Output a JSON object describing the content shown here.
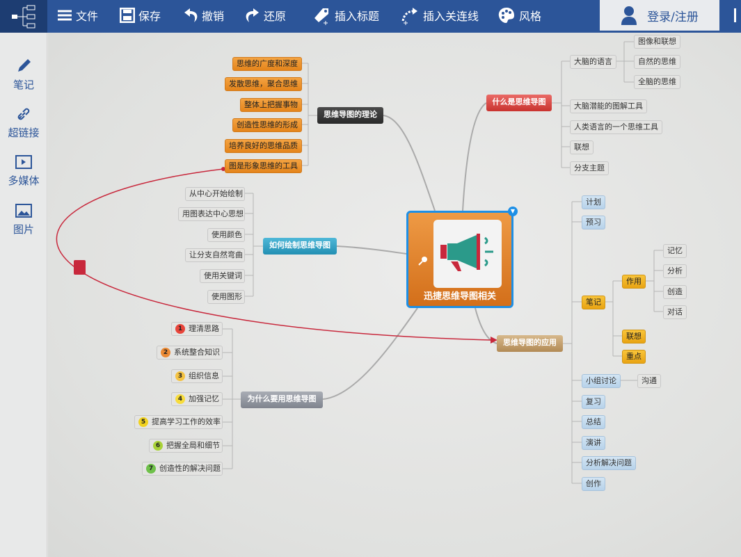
{
  "toolbar": {
    "file": "文件",
    "save": "保存",
    "undo": "撤销",
    "redo": "还原",
    "insert_topic": "插入标题",
    "insert_relation": "插入关连线",
    "style": "风格",
    "login": "登录/注册"
  },
  "sidebar": {
    "note": "笔记",
    "hyperlink": "超链接",
    "media": "多媒体",
    "image": "图片"
  },
  "map": {
    "center": "迅捷思维导图相关",
    "theory": {
      "title": "思维导图的理论",
      "children": [
        "思维的广度和深度",
        "发散思维，聚合思维",
        "整体上把握事物",
        "创造性思维的形成",
        "培养良好的思维品质",
        "图是形象思维的工具"
      ]
    },
    "what": {
      "title": "什么是思维导图",
      "children": [
        "大脑的语言",
        "大脑潜能的图解工具",
        "人类语言的一个思维工具",
        "联想",
        "分支主题"
      ],
      "brain_language_children": [
        "图像和联想",
        "自然的思维",
        "全脑的思维"
      ]
    },
    "how": {
      "title": "如何绘制思维导图",
      "children": [
        "从中心开始绘制",
        "用图表达中心思想",
        "使用颜色",
        "让分支自然弯曲",
        "使用关键词",
        "使用图形"
      ]
    },
    "why": {
      "title": "为什么要用思维导图",
      "children": [
        {
          "n": "1",
          "label": "理清思路"
        },
        {
          "n": "2",
          "label": "系统整合知识"
        },
        {
          "n": "3",
          "label": "组织信息"
        },
        {
          "n": "4",
          "label": "加强记忆"
        },
        {
          "n": "5",
          "label": "提高学习工作的效率"
        },
        {
          "n": "6",
          "label": "把握全局和细节"
        },
        {
          "n": "7",
          "label": "创造性的解决问题"
        }
      ]
    },
    "apply": {
      "title": "思维导图的应用",
      "children": [
        "计划",
        "预习",
        "笔记",
        "小组讨论",
        "复习",
        "总结",
        "演讲",
        "分析解决问题",
        "创作"
      ],
      "notes_children": [
        "作用",
        "联想",
        "重点"
      ],
      "use_children": [
        "记忆",
        "分析",
        "创造",
        "对话"
      ],
      "group_children": [
        "沟通"
      ]
    }
  },
  "colors": {
    "toolbar": "#2c5599",
    "accent": "#1d8fe6",
    "relation": "#c8283c"
  }
}
